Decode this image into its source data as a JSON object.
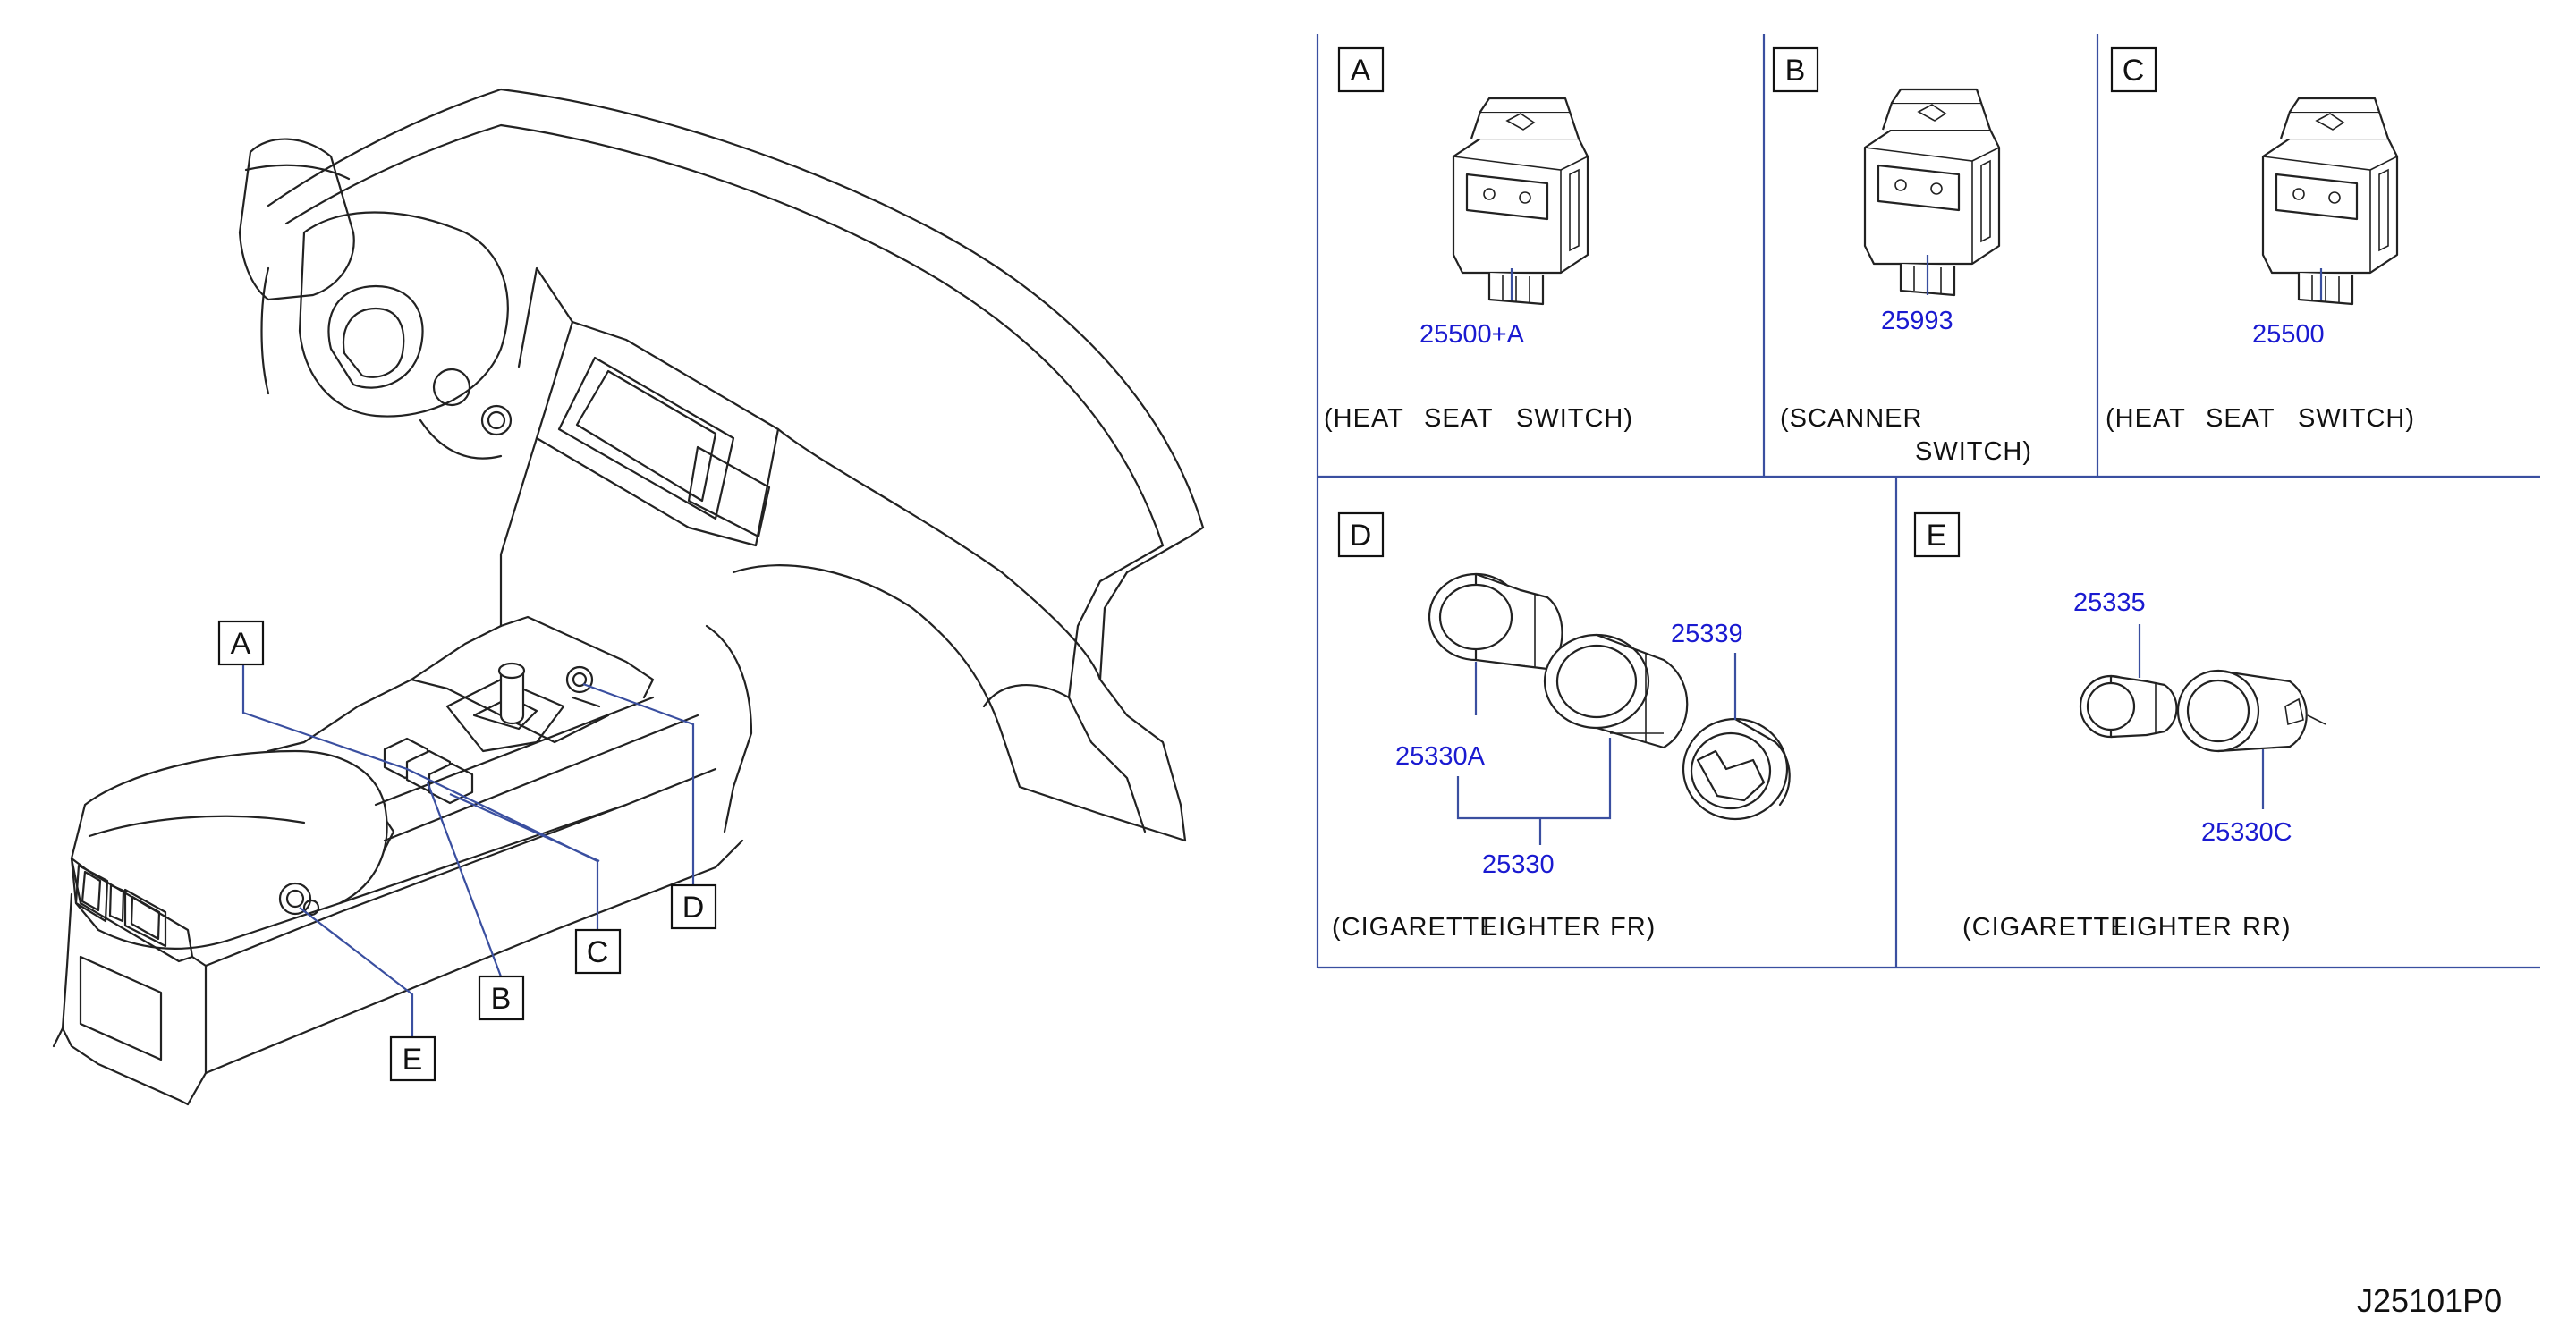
{
  "drawing_code": "J25101P0",
  "callouts": {
    "a": "A",
    "b": "B",
    "c": "C",
    "d": "D",
    "e": "E"
  },
  "panels": {
    "a": {
      "letter": "A",
      "part": "25500+A",
      "caption": [
        "(HEAT",
        "SEAT",
        "SWITCH)"
      ]
    },
    "b": {
      "letter": "B",
      "part": "25993",
      "caption_line1": "(SCANNER",
      "caption_line2": "SWITCH)"
    },
    "c": {
      "letter": "C",
      "part": "25500",
      "caption": [
        "(HEAT",
        "SEAT",
        "SWITCH)"
      ]
    },
    "d": {
      "letter": "D",
      "parts": [
        "25330A",
        "25339",
        "25330"
      ],
      "caption": [
        "(CIGARETTE",
        "LIGHTER",
        "FR)"
      ]
    },
    "e": {
      "letter": "E",
      "parts": [
        "25335",
        "25330C"
      ],
      "caption": [
        "(CIGARETTE",
        "LIGHTER",
        "RR)"
      ]
    }
  },
  "colors": {
    "part_number": "#1a1ad0",
    "frame": "#3a4fa0",
    "line": "#222222"
  }
}
